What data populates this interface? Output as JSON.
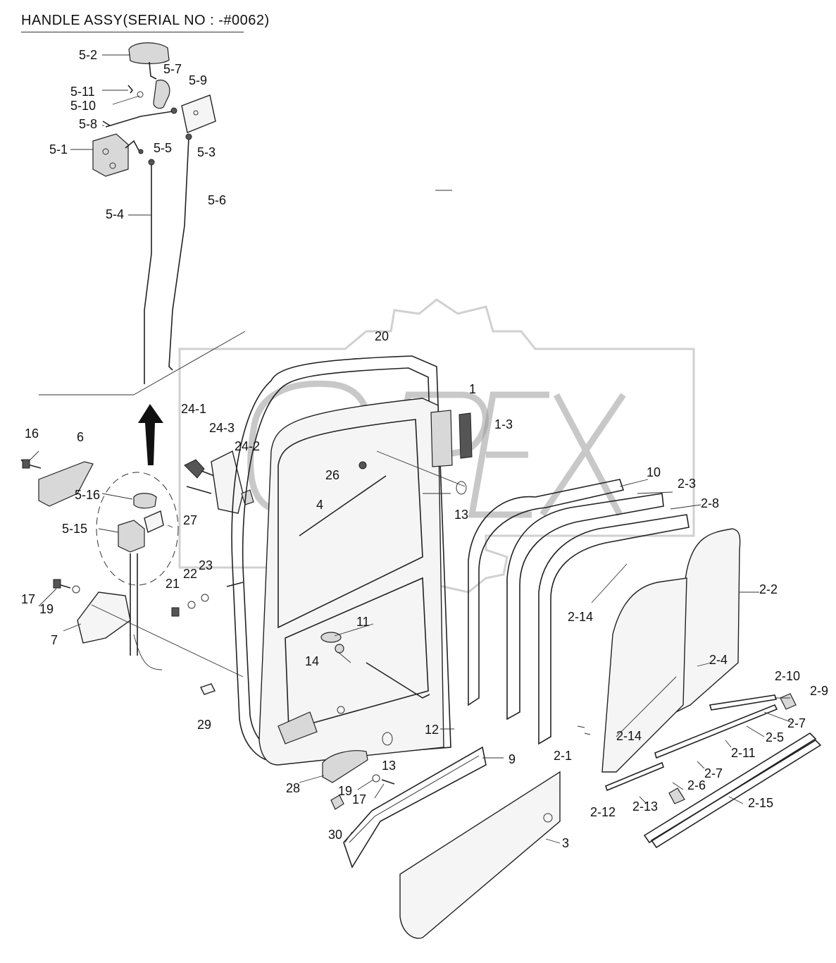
{
  "title": "HANDLE ASSY(SERIAL NO : -#0062)",
  "watermark": "OPEX",
  "colors": {
    "line": "#222222",
    "watermark": "#9a9a9a",
    "background": "#ffffff"
  },
  "labels": {
    "l_5_2": "5-2",
    "l_5_7": "5-7",
    "l_5_9": "5-9",
    "l_5_11": "5-11",
    "l_5_10": "5-10",
    "l_5_8": "5-8",
    "l_5_1": "5-1",
    "l_5_5": "5-5",
    "l_5_3": "5-3",
    "l_5_6": "5-6",
    "l_5_4": "5-4",
    "l_20": "20",
    "l_1": "1",
    "l_1_3": "1-3",
    "l_24_1": "24-1",
    "l_24_3": "24-3",
    "l_24_2": "24-2",
    "l_16": "16",
    "l_6": "6",
    "l_26": "26",
    "l_5_16": "5-16",
    "l_10": "10",
    "l_2_3": "2-3",
    "l_4": "4",
    "l_13a": "13",
    "l_2_8": "2-8",
    "l_27": "27",
    "l_5_15": "5-15",
    "l_23": "23",
    "l_22": "22",
    "l_21": "21",
    "l_2_2": "2-2",
    "l_17a": "17",
    "l_19a": "19",
    "l_2_14a": "2-14",
    "l_7": "7",
    "l_11": "11",
    "l_14": "14",
    "l_2_4": "2-4",
    "l_2_10": "2-10",
    "l_2_9": "2-9",
    "l_29": "29",
    "l_2_7a": "2-7",
    "l_12": "12",
    "l_2_14b": "2-14",
    "l_2_5": "2-5",
    "l_9": "9",
    "l_2_1": "2-1",
    "l_2_11": "2-11",
    "l_13b": "13",
    "l_28": "28",
    "l_2_7b": "2-7",
    "l_19b": "19",
    "l_2_6": "2-6",
    "l_17b": "17",
    "l_2_12": "2-12",
    "l_2_13": "2-13",
    "l_2_15": "2-15",
    "l_30": "30",
    "l_3": "3"
  }
}
